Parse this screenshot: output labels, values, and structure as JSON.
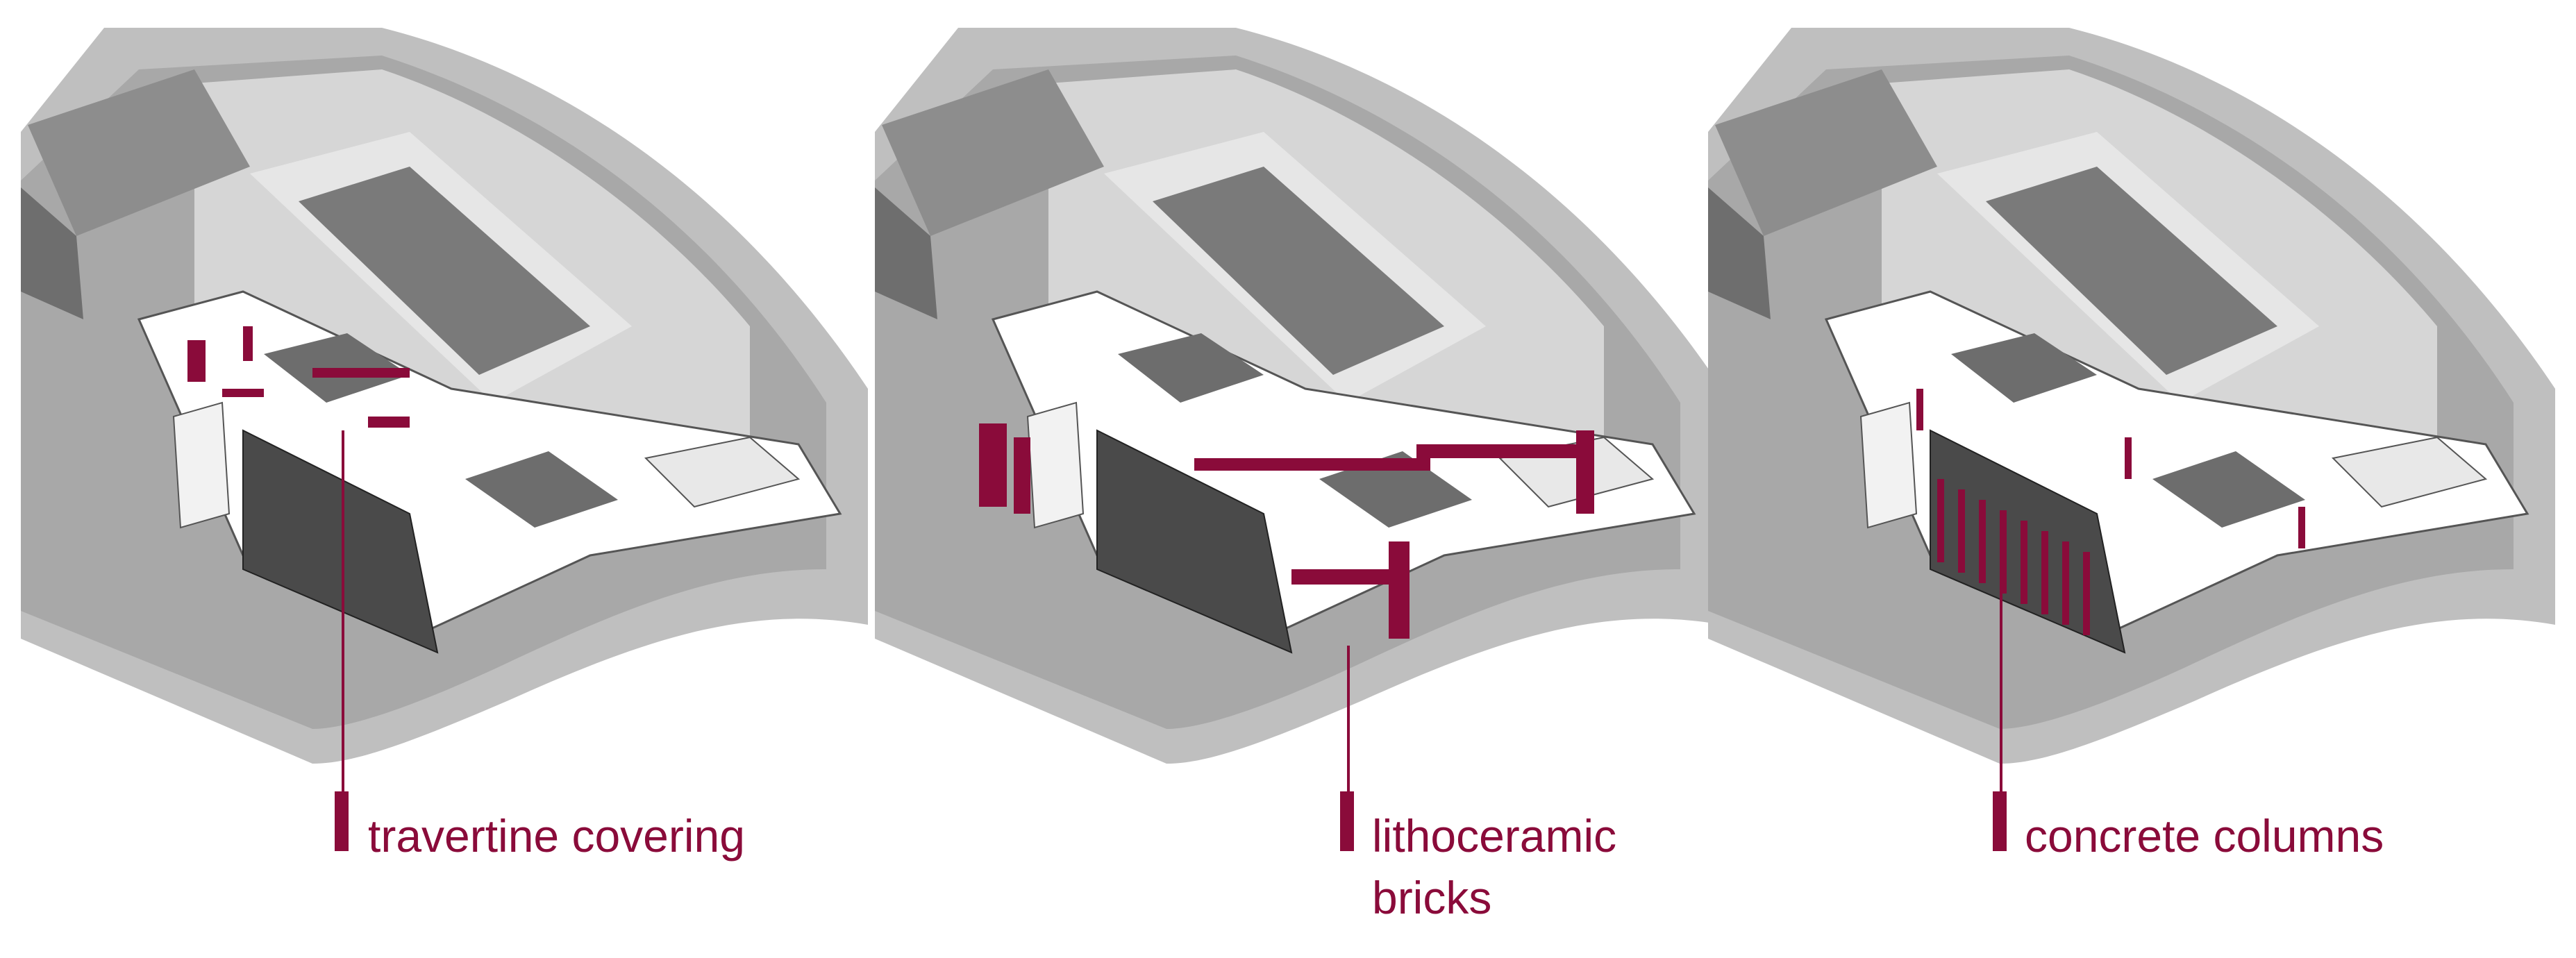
{
  "colors": {
    "accent": "#8a0b3a",
    "road": "#a9a9a9",
    "road_edge": "#d4d4d4",
    "ground": "#c9c9c9",
    "plaza": "#bdbdbd",
    "roof": "#6f6f6f",
    "wall": "#ffffff",
    "glass": "#3a3a3a"
  },
  "panels": [
    {
      "id": "travertine",
      "label": "travertine covering",
      "highlight_icon": "travertine-wall-highlight"
    },
    {
      "id": "lithoceramic",
      "label": "lithoceramic\nbricks",
      "highlight_icon": "brick-wall-highlight"
    },
    {
      "id": "concrete",
      "label": "concrete columns",
      "highlight_icon": "column-highlight"
    }
  ]
}
